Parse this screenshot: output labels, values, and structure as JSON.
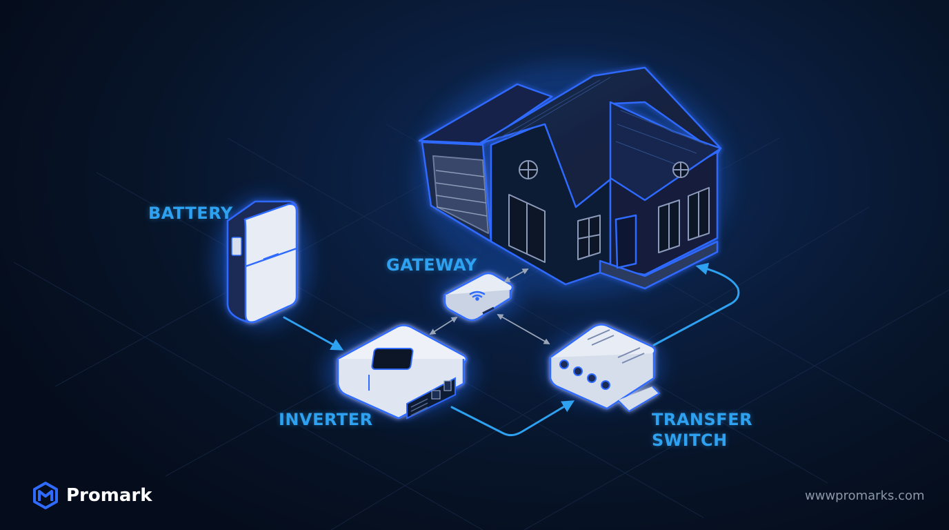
{
  "labels": {
    "battery": "BATTERY",
    "gateway": "GATEWAY",
    "inverter": "INVERTER",
    "transfer_switch_line1": "TRANSFER",
    "transfer_switch_line2": "SWITCH"
  },
  "brand": {
    "name": "Promark",
    "logo_icon": "hexagon-m-logo"
  },
  "footer": {
    "website": "wwwpromarks.com"
  },
  "colors": {
    "background": "#071428",
    "accent_blue": "#2ea1f0",
    "outline_blue": "#2f6bff",
    "device_body": "#e8edf5",
    "house_fill": "#0f1a33"
  }
}
